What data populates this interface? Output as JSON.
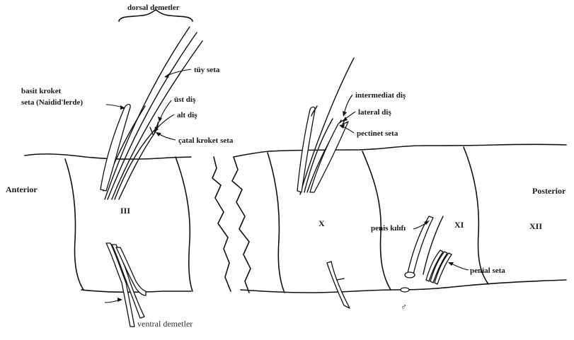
{
  "labels": {
    "dorsal": "dorsal demetler",
    "tuy": "tüy seta",
    "ust": "üst diş",
    "alt": "alt diş",
    "basit1": "basit kroket",
    "basit2": "seta (Naidid'lerde)",
    "catal": "çatal kroket seta",
    "intermediat": "intermediat diş",
    "lateral": "lateral diş",
    "pectinet": "pectinet seta",
    "anterior": "Anterior",
    "posterior": "Posterior",
    "seg3": "III",
    "seg10": "X",
    "seg11": "XI",
    "seg12": "XII",
    "penis": "penis kılıfı",
    "penial": "penial seta",
    "ventral": "ventral demetler",
    "male_symbol": "♂"
  }
}
